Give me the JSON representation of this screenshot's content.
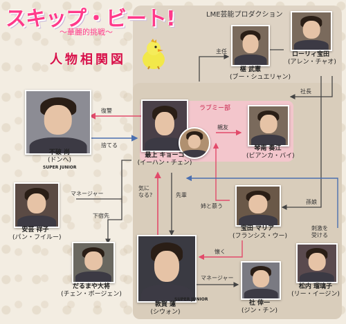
{
  "title": {
    "main": "スキップ・ビート!",
    "sub": "〜華麗的挑戦〜",
    "chart": "人物相関図"
  },
  "agency": "LME芸能プロダクション",
  "love_group": "ラブミー部",
  "people": {
    "sawara": {
      "name": "椹 武憲",
      "reading": "(ブー・シュエリャン)"
    },
    "lory": {
      "name": "ローリィ宝田",
      "reading": "(アレン・チャオ)"
    },
    "sho": {
      "name": "不破 尚",
      "reading": "(ドンヘ)",
      "group": "SUPER JUNIOR"
    },
    "kyoko": {
      "name": "最上 キョーコ",
      "reading": "(イーハン・チェン)"
    },
    "kanae": {
      "name": "琴南 奏江",
      "reading": "(ビアンカ・バイ)"
    },
    "shoko": {
      "name": "安芸 祥子",
      "reading": "(パン・フイルー)"
    },
    "maria": {
      "name": "宝田 マリア",
      "reading": "(フランシス・ウー)"
    },
    "taisho": {
      "name": "だるまや大将",
      "reading": "(チェン・ボージェン)"
    },
    "ren": {
      "name": "敦賀 蓮",
      "reading": "(シウォン)",
      "group": "SUPER JUNIOR"
    },
    "ruriko": {
      "name": "松内 瑠璃子",
      "reading": "(リー・イージン)"
    },
    "yashiro": {
      "name": "社 倖一",
      "reading": "(ジン・チン)"
    }
  },
  "relations": {
    "shunin": "主任",
    "shacho": "社長",
    "fukushu": "復讐",
    "suteru": "捨てる",
    "shinyu": "親友",
    "manager1": "マネージャー",
    "geshukusaki": "下宿先",
    "kininaru": "気に\nなる?",
    "senpai": "先輩",
    "ane": "姉と慕う",
    "mago": "孫娘",
    "shigeki": "刺激を\n受ける",
    "natsuku": "懐く",
    "manager2": "マネージャー"
  },
  "colors": {
    "title_pink": "#ff3a8a",
    "arrow_red": "#e24a6a",
    "arrow_blue": "#4a6fb0",
    "arrow_dark": "#444444"
  }
}
